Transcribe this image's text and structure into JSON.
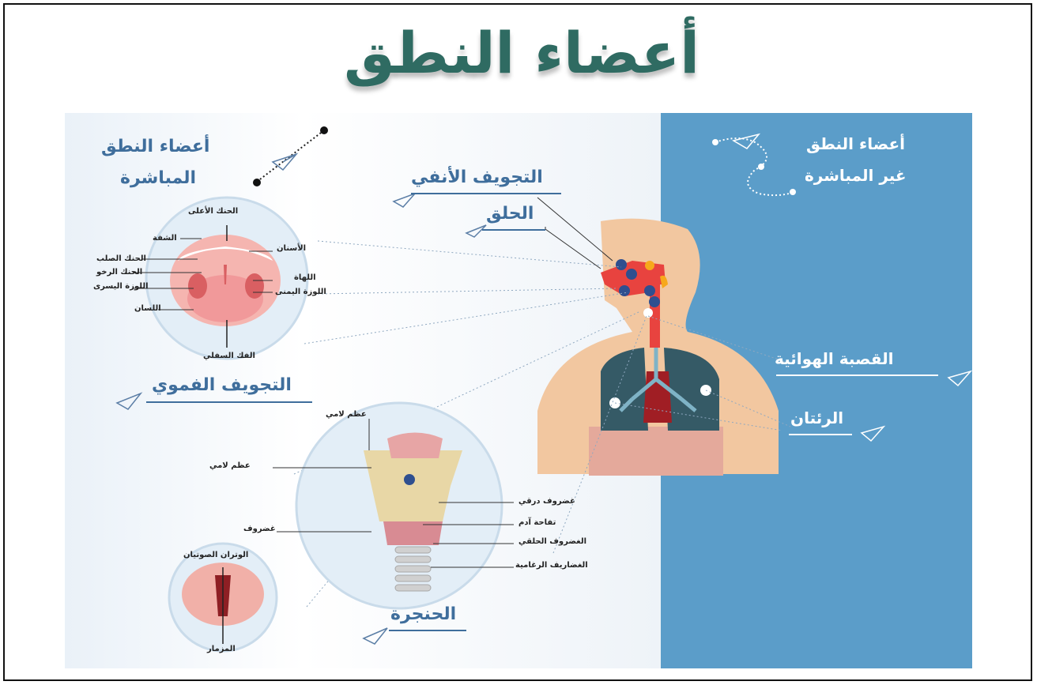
{
  "title": "أعضاء النطق",
  "direct": {
    "heading_line1": "أعضاء النطق",
    "heading_line2": "المباشرة",
    "nasal_cavity": "التجويف الأنفي",
    "throat": "الحلق",
    "oral_cavity": "التجويف الفموي",
    "larynx": "الحنجرة",
    "mouth_parts": {
      "upper_palate": "الحنك الأعلى",
      "lip": "الشفة",
      "hard_palate": "الحنك الصلب",
      "soft_palate": "الحنك الرخو",
      "left_tonsil": "اللوزة اليسرى",
      "tongue": "اللسان",
      "teeth": "الأسنان",
      "uvula": "اللهاة",
      "right_tonsil": "اللوزة اليمنى",
      "lower_jaw": "الفك السفلي"
    },
    "larynx_parts": {
      "hyoid_top": "عظم لامي",
      "hyoid_left": "عظم لامي",
      "thyroid_cartilage": "غضروف درقي",
      "adams_apple": "تفاحة آدم",
      "cricoid_cartilage": "الغضروف الحلقي",
      "tracheal_rings": "الغضاريف الرغامية",
      "cartilage": "غضروف",
      "vocal_cords": "الوتران الصوتيان",
      "glottis": "المزمار"
    }
  },
  "indirect": {
    "heading_line1": "أعضاء النطق",
    "heading_line2": "غير المباشرة",
    "trachea": "القصبة الهوائية",
    "lungs": "الرئتان"
  },
  "colors": {
    "title": "#2f6b62",
    "label_blue": "#3f6e9c",
    "panel_blue": "#5b9dc9",
    "skin": "#f2c7a0",
    "airway": "#e8433f",
    "lung": "#355a66"
  }
}
